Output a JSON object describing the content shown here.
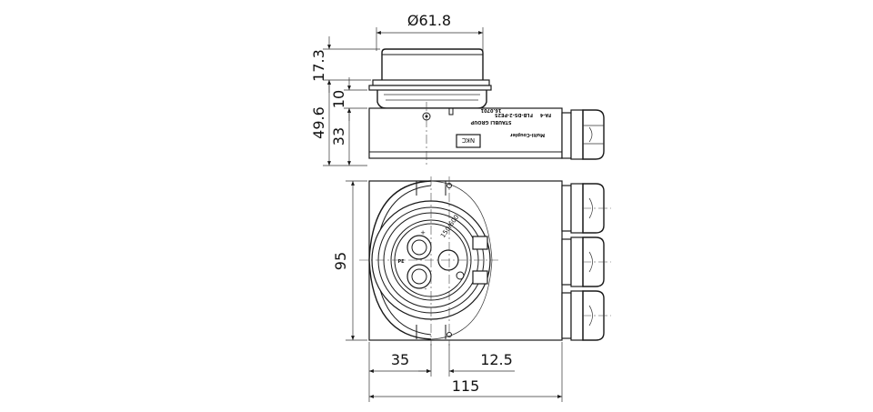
{
  "dimensions": {
    "top_diameter": "Ø61.8",
    "height_17_3": "17.3",
    "height_10": "10",
    "height_49_6": "49.6",
    "height_33": "33",
    "height_95": "95",
    "width_35": "35",
    "width_12_5": "12.5",
    "width_115": "115"
  },
  "housing_labels": {
    "brand": "Multi-Coupler",
    "logo": "NKC",
    "model": "FLB-DS-2-PE25",
    "rating": "FA-4",
    "serial": "16.0701",
    "group": "STAUBLI GROUP"
  },
  "connector_labels": {
    "pressure": "150/600",
    "plus": "+",
    "minus": "-",
    "pe": "PE"
  }
}
